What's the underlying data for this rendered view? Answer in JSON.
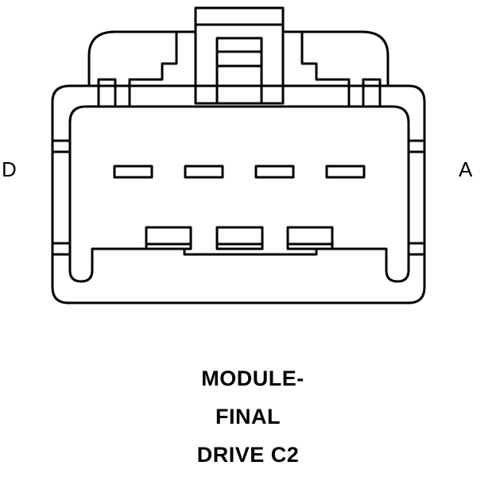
{
  "pin_labels": {
    "left": "D",
    "right": "A"
  },
  "title_lines": [
    "MODULE-",
    "FINAL",
    "DRIVE C2"
  ],
  "colors": {
    "line": "#000000",
    "background": "#ffffff"
  }
}
